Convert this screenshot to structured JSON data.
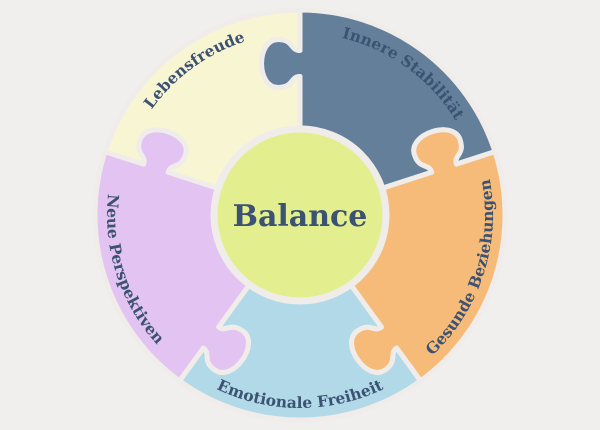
{
  "center": {
    "label": "Balance",
    "color": "#e3ef8e"
  },
  "segments": [
    {
      "label": "Innere Stabilität",
      "color": "#637f99"
    },
    {
      "label": "Gesunde Beziehungen",
      "color": "#f7bb79"
    },
    {
      "label": "Emotionale Freiheit",
      "color": "#b2d9e8"
    },
    {
      "label": "Neue Perspektiven",
      "color": "#e3c3f1"
    },
    {
      "label": "Lebensfreude",
      "color": "#f8f5d3"
    }
  ],
  "colors": {
    "background": "#f1efee",
    "separator": "#efecea",
    "text": "#3b5272"
  }
}
